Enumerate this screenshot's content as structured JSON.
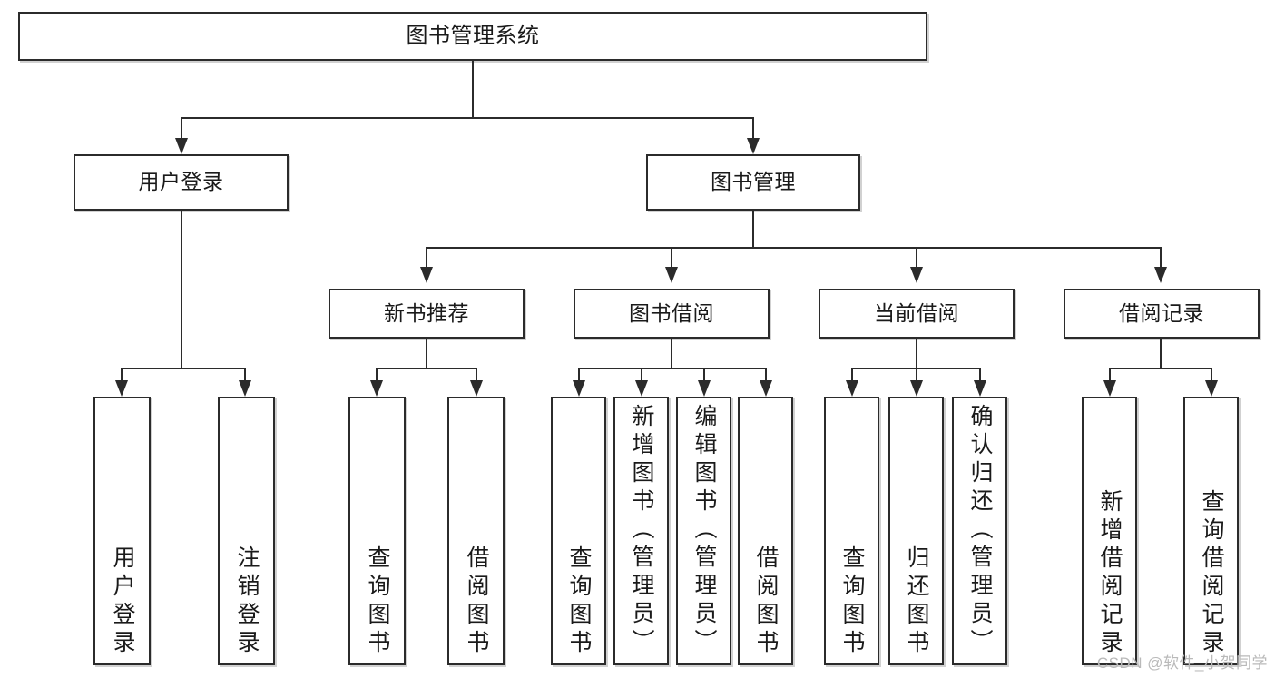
{
  "diagram": {
    "kind": "functional-structure-tree",
    "root": {
      "label": "图书管理系统"
    },
    "level2": [
      {
        "label": "用户登录"
      },
      {
        "label": "图书管理"
      }
    ],
    "level3": [
      {
        "label": "新书推荐"
      },
      {
        "label": "图书借阅"
      },
      {
        "label": "当前借阅"
      },
      {
        "label": "借阅记录"
      }
    ],
    "leaves": [
      {
        "label": "用户登录",
        "parent": "用户登录"
      },
      {
        "label": "注销登录",
        "parent": "用户登录"
      },
      {
        "label": "查询图书",
        "parent": "新书推荐"
      },
      {
        "label": "借阅图书",
        "parent": "新书推荐"
      },
      {
        "label": "查询图书",
        "parent": "图书借阅"
      },
      {
        "label": "新增图书（管理员）",
        "parent": "图书借阅"
      },
      {
        "label": "编辑图书（管理员）",
        "parent": "图书借阅"
      },
      {
        "label": "借阅图书",
        "parent": "图书借阅"
      },
      {
        "label": "查询图书",
        "parent": "当前借阅"
      },
      {
        "label": "归还图书",
        "parent": "当前借阅"
      },
      {
        "label": "确认归还（管理员）",
        "parent": "当前借阅"
      },
      {
        "label": "新增借阅记录",
        "parent": "借阅记录"
      },
      {
        "label": "查询借阅记录",
        "parent": "借阅记录"
      }
    ]
  },
  "watermark": {
    "text": "CSDN @软件_小贺同学"
  },
  "colors": {
    "stroke": "#2b2b2b",
    "fill": "#ffffff",
    "text": "#1a1a1a",
    "watermark": "#b9b9b9"
  }
}
